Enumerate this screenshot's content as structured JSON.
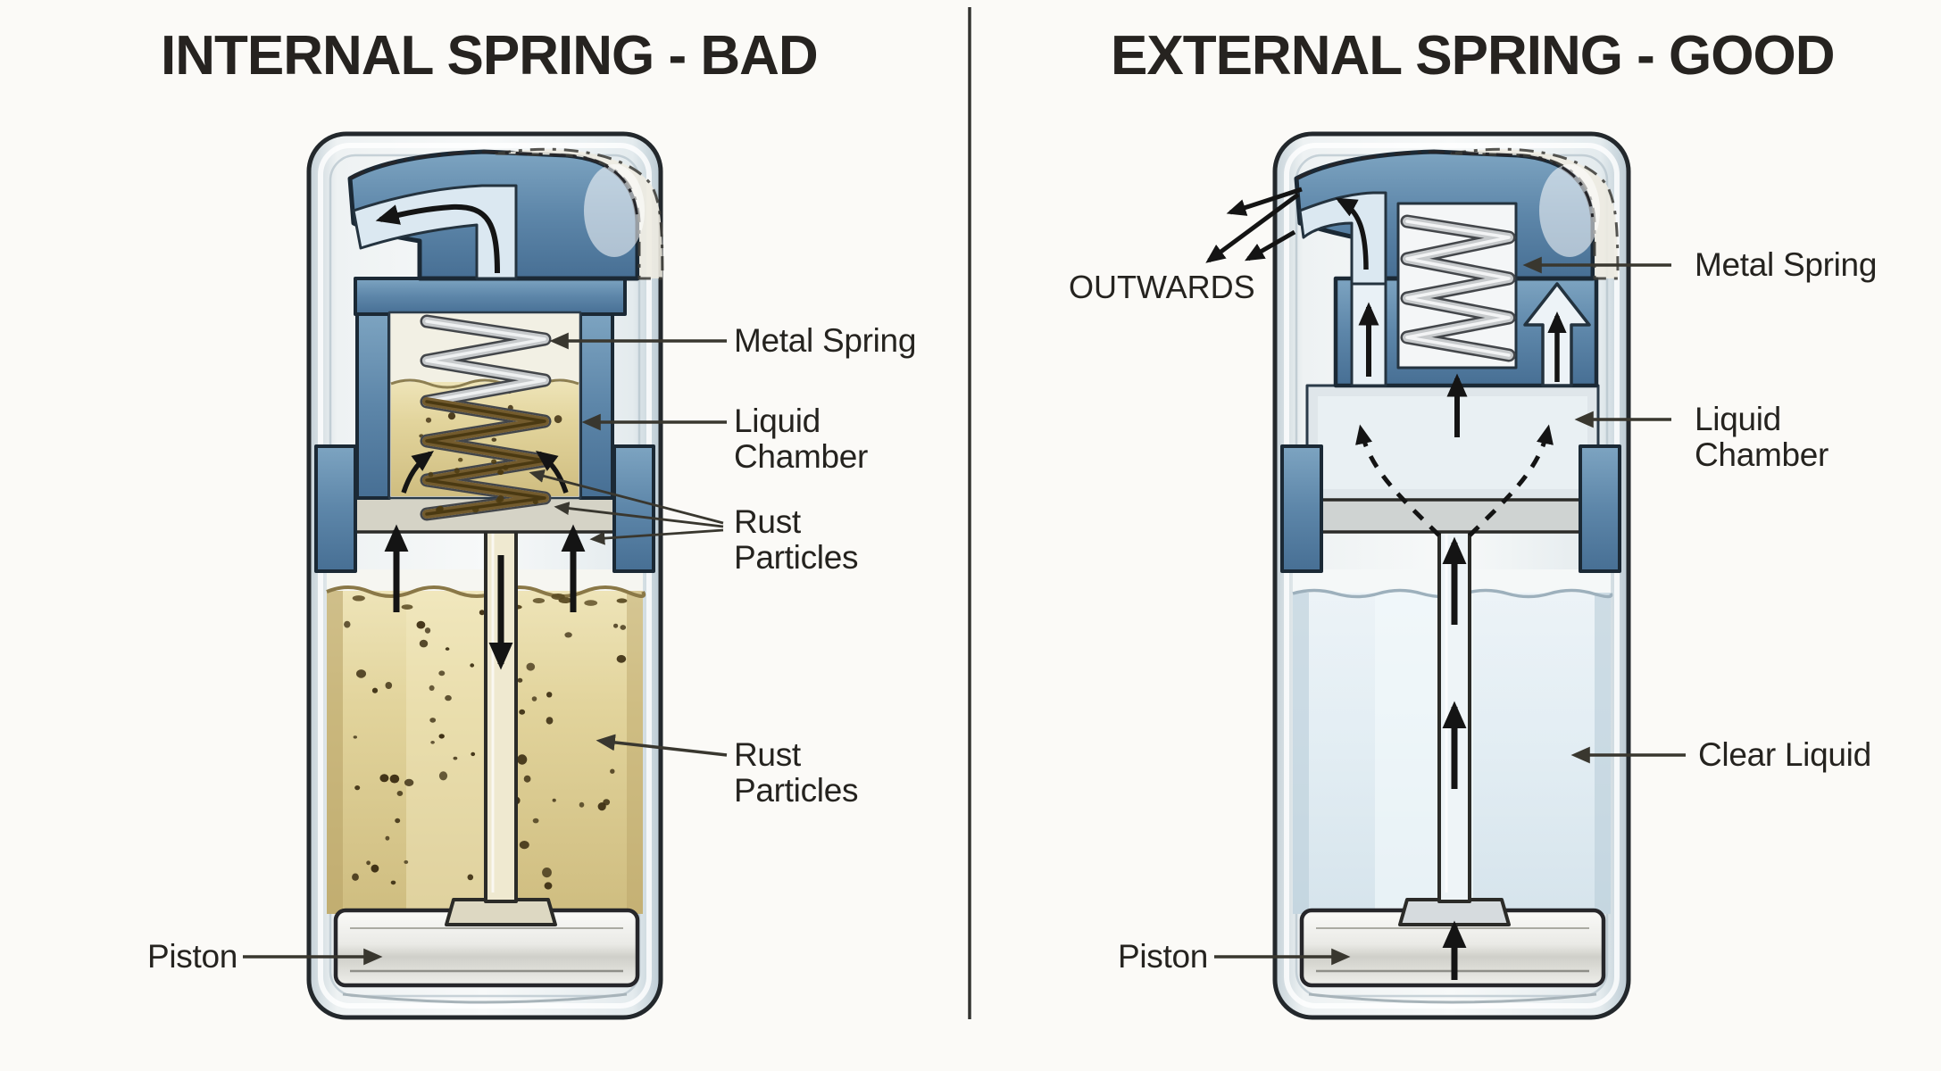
{
  "left": {
    "title": "INTERNAL SPRING - BAD",
    "labels": {
      "metal_spring": "Metal Spring",
      "liquid_chamber": "Liquid\nChamber",
      "rust_particles_spring": "Rust\nParticles",
      "rust_particles_body": "Rust\nParticles",
      "piston": "Piston"
    }
  },
  "right": {
    "title": "EXTERNAL SPRING - GOOD",
    "labels": {
      "outwards": "OUTWARDS",
      "metal_spring": "Metal Spring",
      "liquid_chamber": "Liquid\nChamber",
      "clear_liquid": "Clear Liquid",
      "piston": "Piston"
    }
  },
  "colors": {
    "pump_blue": "#5d86a9",
    "pump_blue_dark": "#476f94",
    "murky_liquid": "#e2d49c",
    "clear_liquid": "#e2edf3",
    "rust_particle": "#3f3115",
    "spring_silver": "#c7cacc",
    "spring_rust": "#6b511f",
    "outline_dark": "#23282c",
    "background": "#fbfaf7"
  }
}
